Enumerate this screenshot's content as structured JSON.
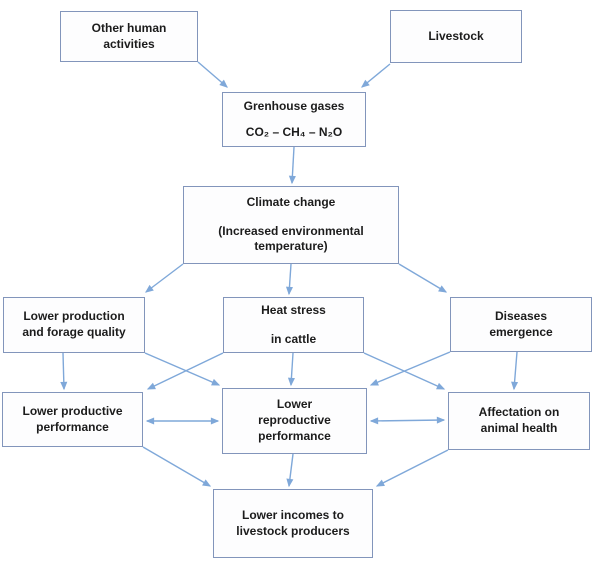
{
  "diagram": {
    "type": "flowchart",
    "description": "Climate change impact on livestock flow diagram",
    "colors": {
      "background": "#ffffff",
      "box_border": "#8295bb",
      "box_fill": "#fdfdfe",
      "arrow": "#7fa8d9",
      "text": "#1c1c1c"
    },
    "nodes": {
      "other_human": {
        "lines": [
          "Other human",
          "activities"
        ]
      },
      "livestock": {
        "lines": [
          "Livestock"
        ]
      },
      "greenhouse": {
        "lines": [
          "Grenhouse gases",
          "CO₂ – CH₄ – N₂O"
        ]
      },
      "climate": {
        "lines": [
          "Climate change",
          "(Increased environmental",
          "temperature)"
        ]
      },
      "lower_production": {
        "lines": [
          "Lower production",
          "and forage quality"
        ]
      },
      "heat_stress": {
        "lines": [
          "Heat stress",
          "in cattle"
        ]
      },
      "diseases": {
        "lines": [
          "Diseases",
          "emergence"
        ]
      },
      "lower_productive": {
        "lines": [
          "Lower productive",
          "performance"
        ]
      },
      "lower_reproductive": {
        "lines": [
          "Lower",
          "reproductive",
          "performance"
        ]
      },
      "affectation": {
        "lines": [
          "Affectation on",
          "animal health"
        ]
      },
      "lower_incomes": {
        "lines": [
          "Lower incomes to",
          "livestock producers"
        ]
      }
    },
    "edges": [
      {
        "id": "other_human-greenhouse",
        "from": "other_human",
        "to": "greenhouse",
        "double": false
      },
      {
        "id": "livestock-greenhouse",
        "from": "livestock",
        "to": "greenhouse",
        "double": false
      },
      {
        "id": "greenhouse-climate",
        "from": "greenhouse",
        "to": "climate",
        "double": false
      },
      {
        "id": "climate-lower_production",
        "from": "climate",
        "to": "lower_production",
        "double": false
      },
      {
        "id": "climate-heat_stress",
        "from": "climate",
        "to": "heat_stress",
        "double": false
      },
      {
        "id": "climate-diseases",
        "from": "climate",
        "to": "diseases",
        "double": false
      },
      {
        "id": "lower_production-lower_productive",
        "from": "lower_production",
        "to": "lower_productive",
        "double": false
      },
      {
        "id": "lower_production-lower_reproductive",
        "from": "lower_production",
        "to": "lower_reproductive",
        "double": false
      },
      {
        "id": "heat_stress-lower_productive",
        "from": "heat_stress",
        "to": "lower_productive",
        "double": false
      },
      {
        "id": "heat_stress-lower_reproductive",
        "from": "heat_stress",
        "to": "lower_reproductive",
        "double": false
      },
      {
        "id": "heat_stress-affectation",
        "from": "heat_stress",
        "to": "affectation",
        "double": false
      },
      {
        "id": "diseases-lower_reproductive",
        "from": "diseases",
        "to": "lower_reproductive",
        "double": false
      },
      {
        "id": "diseases-affectation",
        "from": "diseases",
        "to": "affectation",
        "double": false
      },
      {
        "id": "lower_productive-lower_reproductive",
        "from": "lower_productive",
        "to": "lower_reproductive",
        "double": true
      },
      {
        "id": "lower_reproductive-affectation",
        "from": "lower_reproductive",
        "to": "affectation",
        "double": true
      },
      {
        "id": "lower_productive-lower_incomes",
        "from": "lower_productive",
        "to": "lower_incomes",
        "double": false
      },
      {
        "id": "lower_reproductive-lower_incomes",
        "from": "lower_reproductive",
        "to": "lower_incomes",
        "double": false
      },
      {
        "id": "affectation-lower_incomes",
        "from": "affectation",
        "to": "lower_incomes",
        "double": false
      }
    ]
  }
}
